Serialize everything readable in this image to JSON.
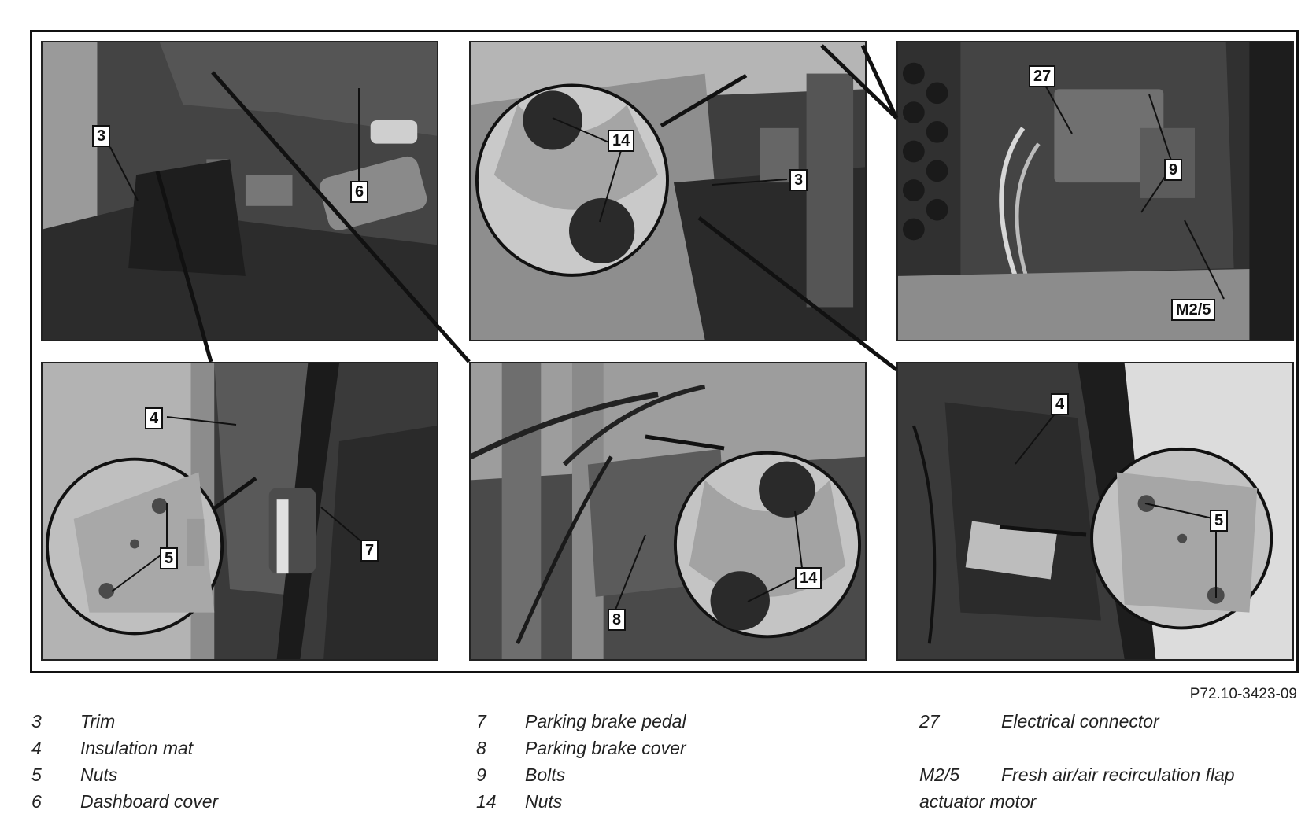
{
  "figure_id": "P72.10-3423-09",
  "panels": [
    {
      "name": "panel-top-left",
      "callouts": [
        "3",
        "6"
      ]
    },
    {
      "name": "panel-top-middle",
      "callouts": [
        "14",
        "3"
      ]
    },
    {
      "name": "panel-top-right",
      "callouts": [
        "27",
        "9",
        "M2/5"
      ]
    },
    {
      "name": "panel-bottom-left",
      "callouts": [
        "4",
        "5",
        "7"
      ]
    },
    {
      "name": "panel-bottom-middle",
      "callouts": [
        "8",
        "14"
      ]
    },
    {
      "name": "panel-bottom-right",
      "callouts": [
        "4",
        "5"
      ]
    }
  ],
  "legend": {
    "col1": [
      {
        "num": "3",
        "desc": "Trim"
      },
      {
        "num": "4",
        "desc": "Insulation mat"
      },
      {
        "num": "5",
        "desc": "Nuts"
      },
      {
        "num": "6",
        "desc": "Dashboard cover"
      }
    ],
    "col2": [
      {
        "num": "7",
        "desc": "Parking brake pedal"
      },
      {
        "num": "8",
        "desc": "Parking brake cover"
      },
      {
        "num": "9",
        "desc": "Bolts"
      },
      {
        "num": "14",
        "desc": "Nuts"
      }
    ],
    "col3": [
      {
        "num": "27",
        "desc": "Electrical connector"
      },
      {
        "num": "M2/5",
        "desc": "Fresh air/air recirculation flap"
      },
      {
        "num": "",
        "desc": "actuator motor"
      }
    ]
  }
}
